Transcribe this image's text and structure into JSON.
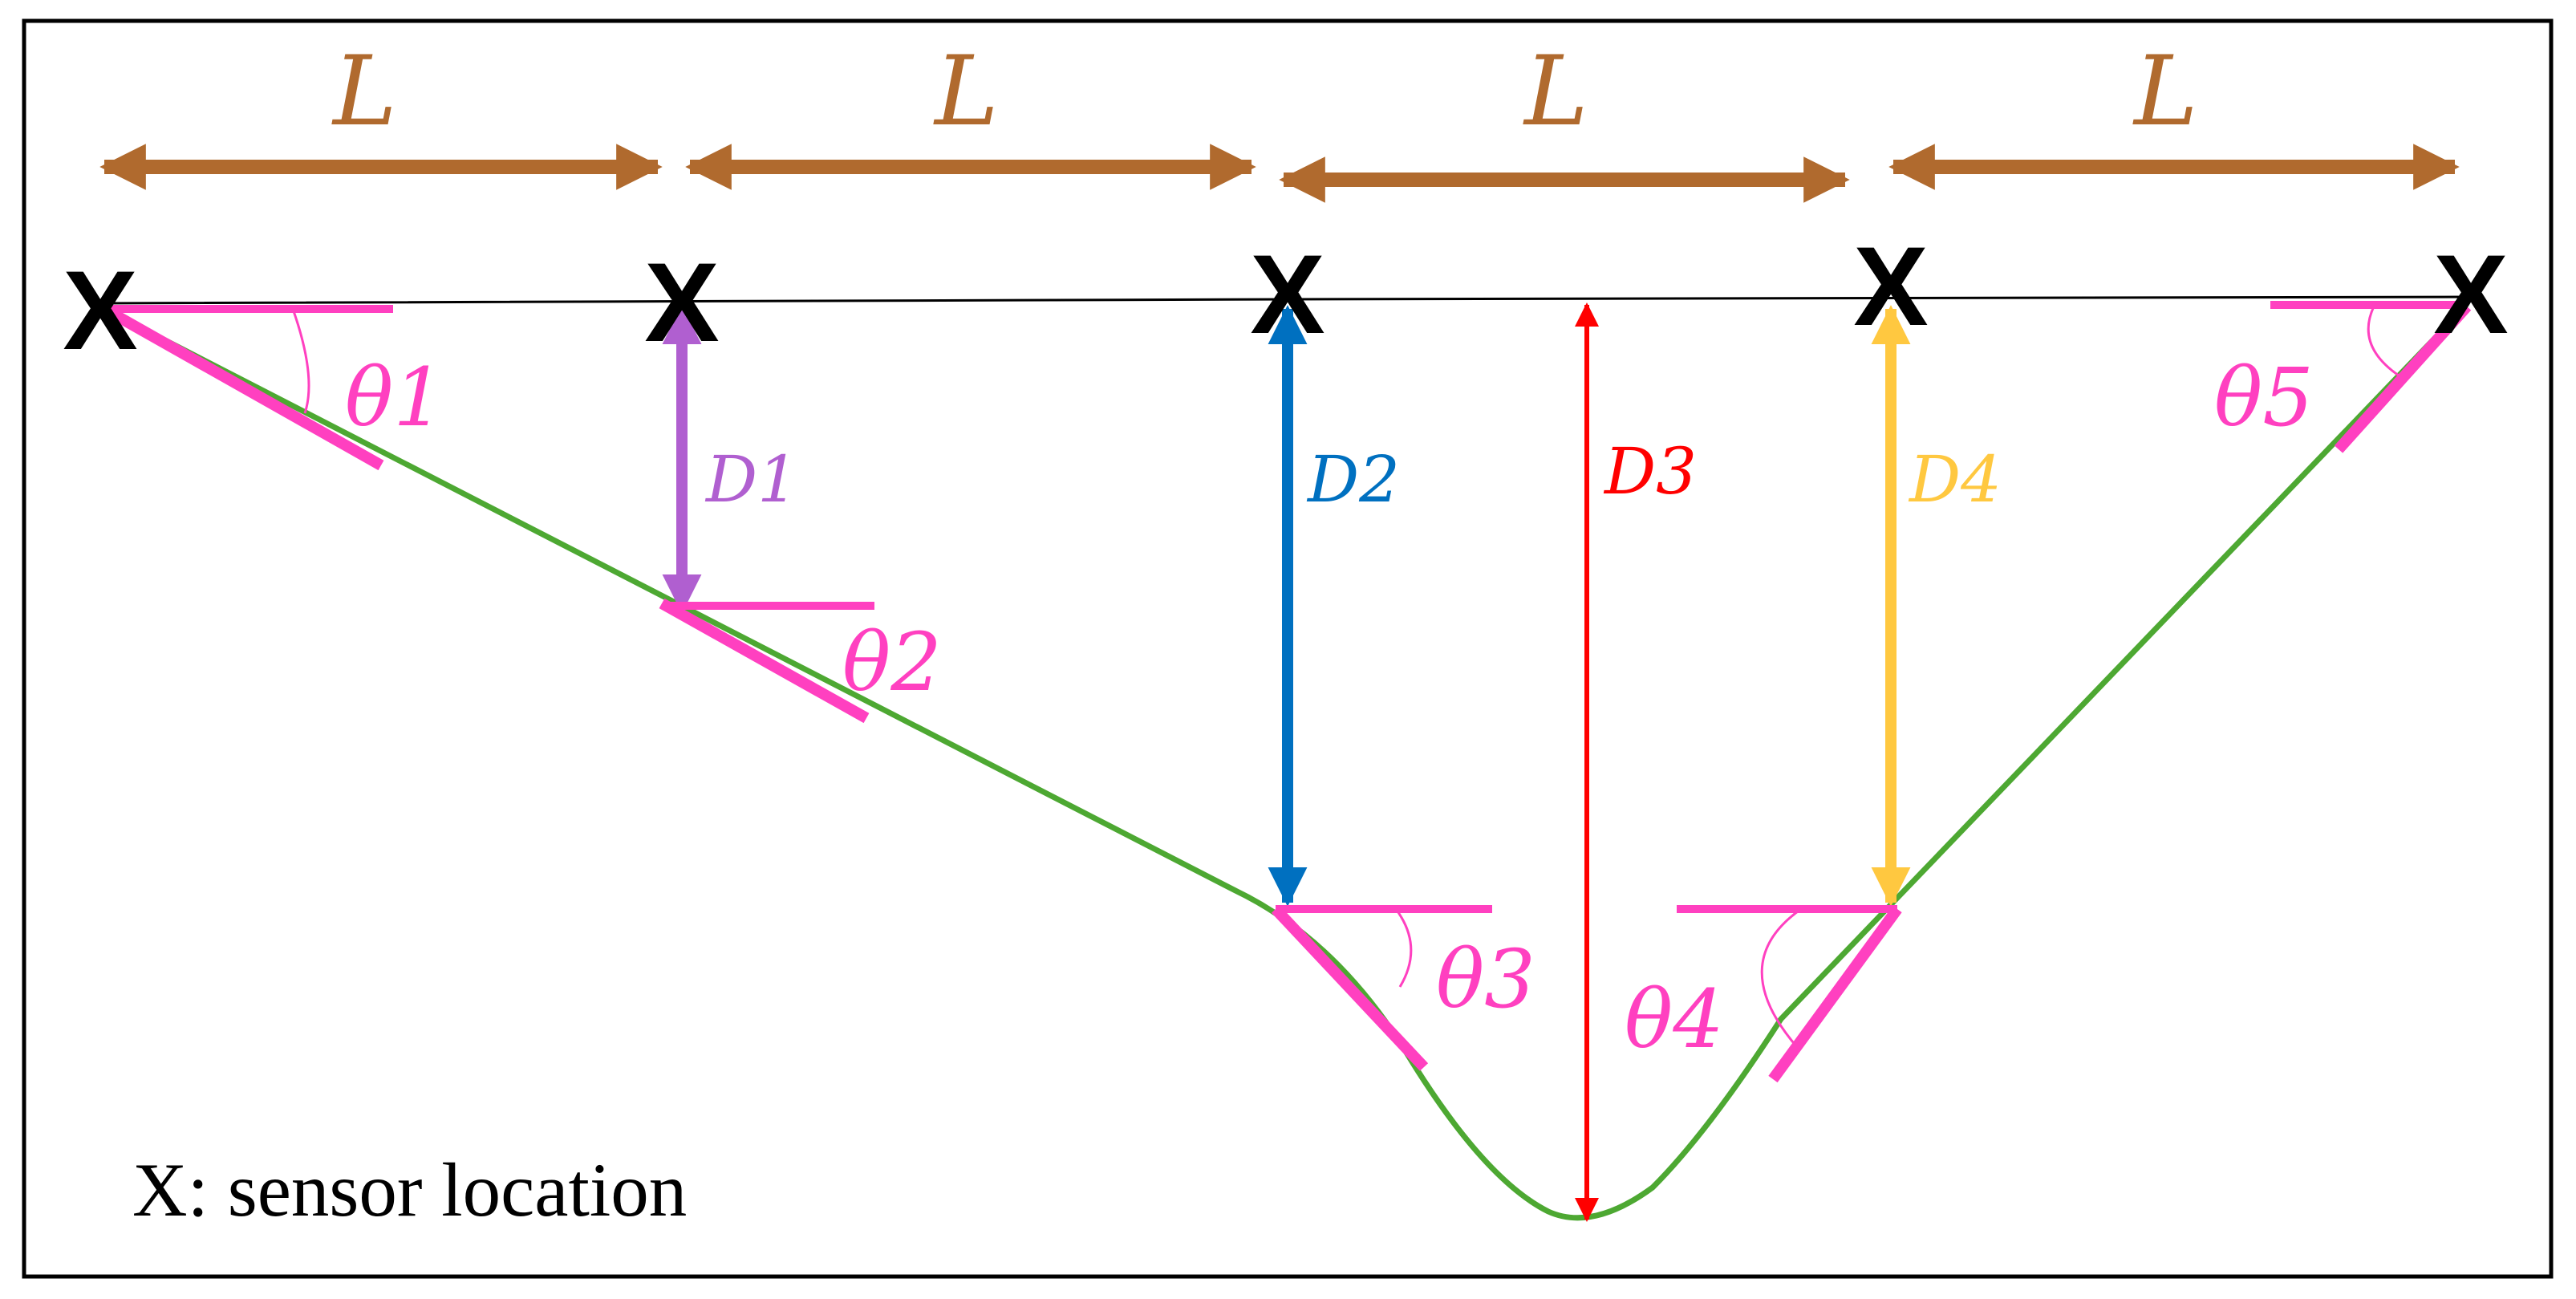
{
  "diagram": {
    "spacing_labels": [
      "L",
      "L",
      "L",
      "L"
    ],
    "sensor_marker": "X",
    "depth_labels": [
      "D1",
      "D2",
      "D3",
      "D4"
    ],
    "angle_labels": [
      "θ1",
      "θ2",
      "θ3",
      "θ4",
      "θ5"
    ],
    "legend_text": "X: sensor location",
    "colors": {
      "spacing_arrow": "#B06A2E",
      "curve": "#4DA832",
      "angle": "#FF40C0",
      "d1": "#B05FD0",
      "d2": "#0070C0",
      "d3": "#FF0000",
      "d4": "#FFC840",
      "frame": "#000000"
    }
  }
}
